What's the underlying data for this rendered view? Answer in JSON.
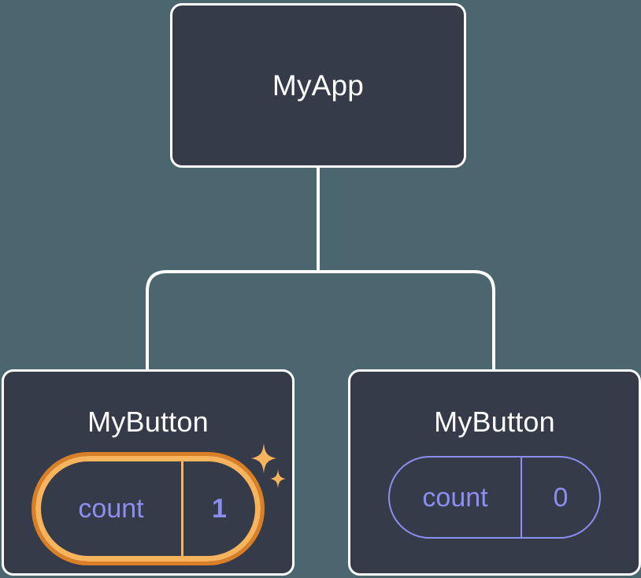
{
  "diagram": {
    "type": "component-tree",
    "background_color": "#4c6670",
    "node_fill": "#353b49",
    "node_border": "#ffffff",
    "edge_color": "#ffffff",
    "highlight_color": "#f8b45c",
    "highlight_outline_color": "#d87f28",
    "state_text_color": "#8b8ef0"
  },
  "root": {
    "title": "MyApp"
  },
  "children": [
    {
      "title": "MyButton",
      "state": {
        "key": "count",
        "value": "1"
      },
      "highlighted": true,
      "sparkle": "sparkle-icon"
    },
    {
      "title": "MyButton",
      "state": {
        "key": "count",
        "value": "0"
      },
      "highlighted": false
    }
  ]
}
